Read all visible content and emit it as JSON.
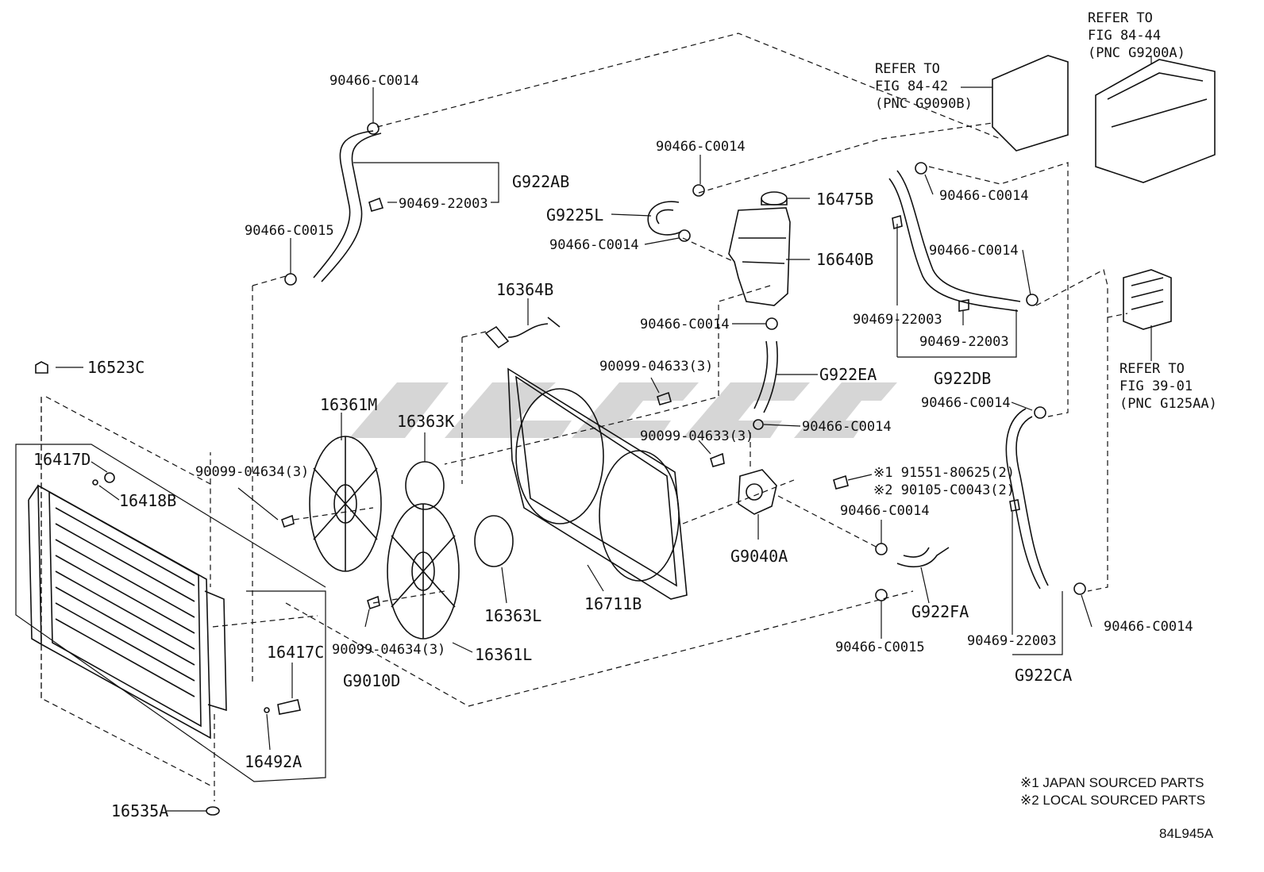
{
  "colors": {
    "ink": "#111111",
    "watermark": "#c8c8c8"
  },
  "refs": {
    "r1": [
      "REFER TO",
      "FIG 84-44",
      "(PNC G9200A)"
    ],
    "r2": [
      "REFER TO",
      "FIG 84-42",
      "(PNC G9090B)"
    ],
    "r3": [
      "REFER TO",
      "FIG 39-01",
      "(PNC G125AA)"
    ]
  },
  "labels": {
    "c0014_top": "90466-C0014",
    "g922ab": "G922AB",
    "p22003_ab": "90469-22003",
    "c0015_left": "90466-C0015",
    "c0014_g9225l_top": "90466-C0014",
    "g9225l": "G9225L",
    "c0014_g9225l_bot": "90466-C0014",
    "p16475b": "16475B",
    "p16640b": "16640B",
    "c0014_tank": "90466-C0014",
    "g922ea": "G922EA",
    "c0014_pump": "90466-C0014",
    "p16364b": "16364B",
    "p04633_a": "90099-04633(3)",
    "p04633_b": "90099-04633(3)",
    "p16361m": "16361M",
    "p16363k": "16363K",
    "p04634_a": "90099-04634(3)",
    "p04634_b": "90099-04634(3)",
    "p16361l": "16361L",
    "p16363l": "16363L",
    "p16711b": "16711B",
    "p16523c": "16523C",
    "p16417d": "16417D",
    "p16418b": "16418B",
    "p16417c": "16417C",
    "g9010d": "G9010D",
    "p16492a": "16492A",
    "p16535a": "16535A",
    "g9040a": "G9040A",
    "bolt1": "※1 91551-80625(2)",
    "bolt2": "※2 90105-C0043(2)",
    "c0014_fa": "90466-C0014",
    "g922fa": "G922FA",
    "c0015_fa": "90466-C0015",
    "c0014_db_top": "90466-C0014",
    "c0014_db_mid": "90466-C0014",
    "p22003_db1": "90469-22003",
    "p22003_db2": "90469-22003",
    "g922db": "G922DB",
    "c0014_ca_top": "90466-C0014",
    "c0014_ca_bot": "90466-C0014",
    "p22003_ca": "90469-22003",
    "g922ca": "G922CA"
  },
  "notes": {
    "n1": "※1 JAPAN SOURCED PARTS",
    "n2": "※2 LOCAL SOURCED PARTS"
  },
  "figure_id": "84L945A"
}
